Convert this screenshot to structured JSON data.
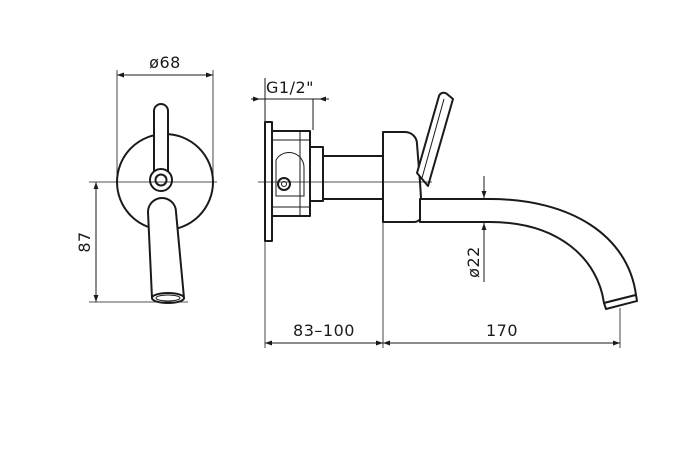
{
  "drawing": {
    "front_view": {
      "diameter_label": "ø68",
      "height_label": "87"
    },
    "side_view": {
      "thread_label": "G1/2\"",
      "spout_diameter_label": "ø22",
      "wall_depth_label": "83–100",
      "spout_length_label": "170"
    }
  }
}
